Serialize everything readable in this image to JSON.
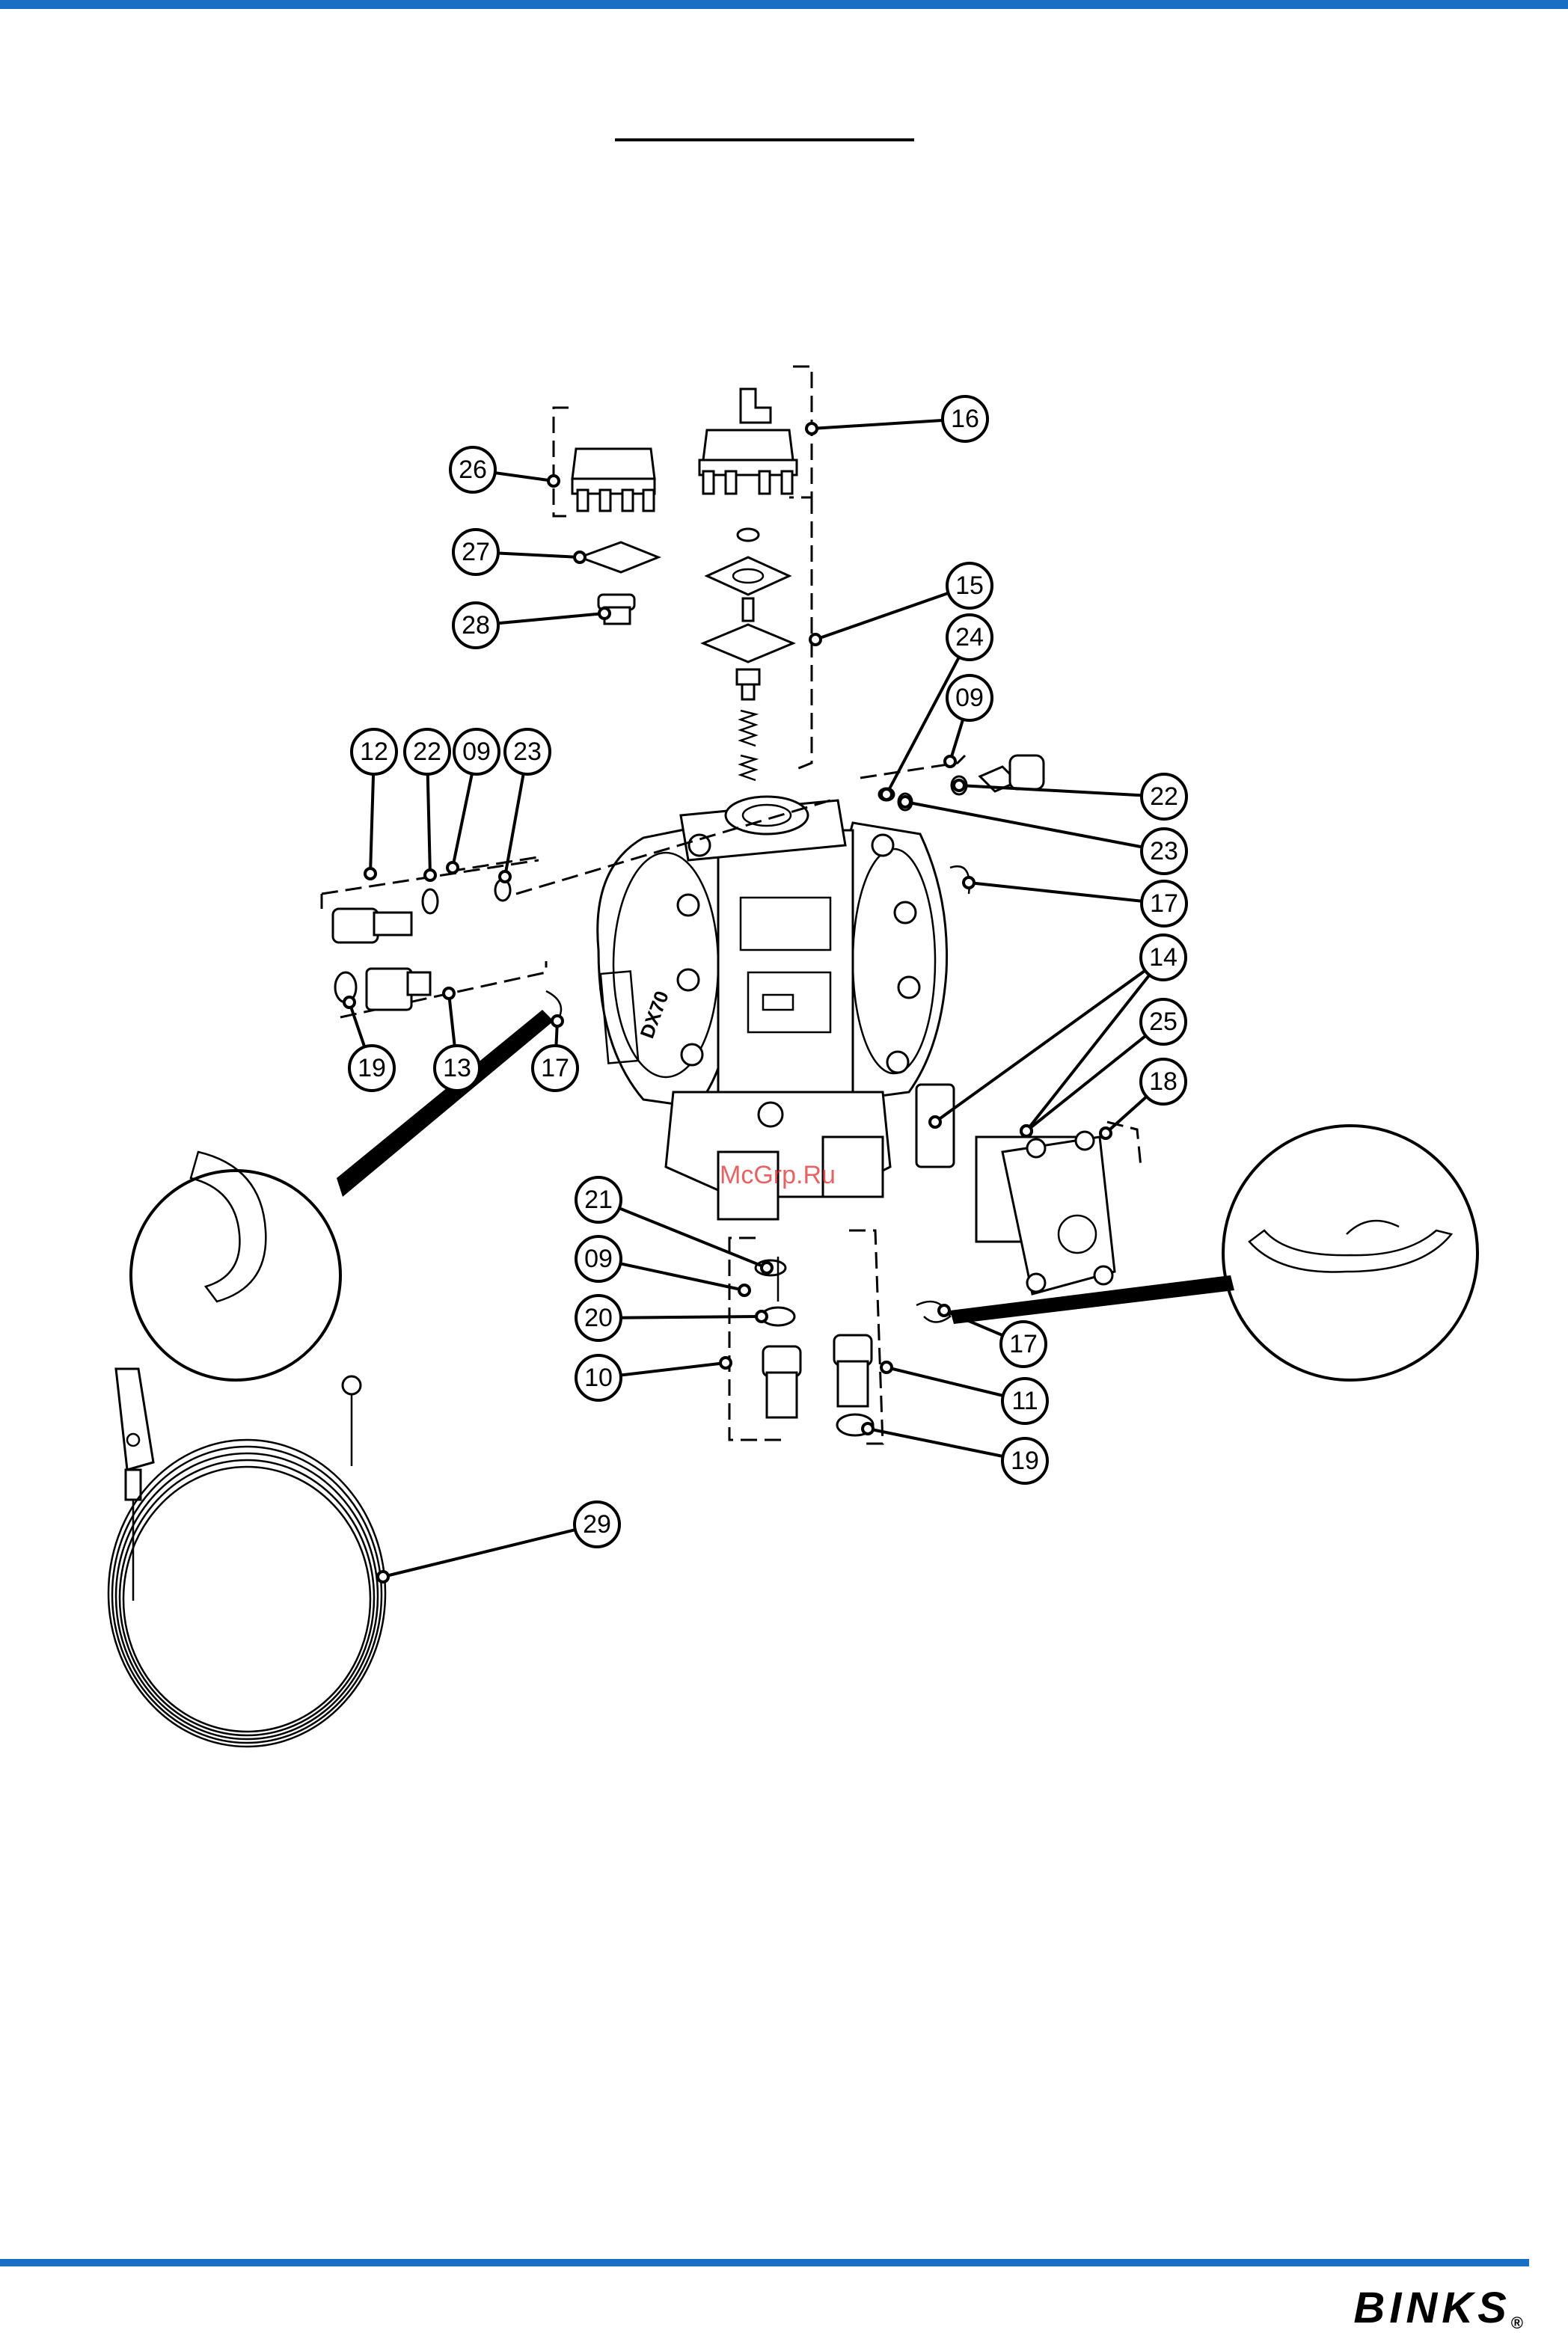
{
  "colors": {
    "accent_rule": "#1a6fc4",
    "ink": "#000000",
    "watermark": "#e03030"
  },
  "watermark_text": "McGrp.Ru",
  "brand_logo": "BINKS",
  "brand_mark": "®",
  "callouts": [
    {
      "id": "c16",
      "label": "16"
    },
    {
      "id": "c26",
      "label": "26"
    },
    {
      "id": "c27",
      "label": "27"
    },
    {
      "id": "c28",
      "label": "28"
    },
    {
      "id": "c15",
      "label": "15"
    },
    {
      "id": "c24",
      "label": "24"
    },
    {
      "id": "c09a",
      "label": "09"
    },
    {
      "id": "c22a",
      "label": "22"
    },
    {
      "id": "c23a",
      "label": "23"
    },
    {
      "id": "c17a",
      "label": "17"
    },
    {
      "id": "c12",
      "label": "12"
    },
    {
      "id": "c22b",
      "label": "22"
    },
    {
      "id": "c09b",
      "label": "09"
    },
    {
      "id": "c23b",
      "label": "23"
    },
    {
      "id": "c19a",
      "label": "19"
    },
    {
      "id": "c13",
      "label": "13"
    },
    {
      "id": "c17b",
      "label": "17"
    },
    {
      "id": "c14",
      "label": "14"
    },
    {
      "id": "c25",
      "label": "25"
    },
    {
      "id": "c18",
      "label": "18"
    },
    {
      "id": "c21",
      "label": "21"
    },
    {
      "id": "c09c",
      "label": "09"
    },
    {
      "id": "c20",
      "label": "20"
    },
    {
      "id": "c10",
      "label": "10"
    },
    {
      "id": "c17c",
      "label": "17"
    },
    {
      "id": "c11",
      "label": "11"
    },
    {
      "id": "c19b",
      "label": "19"
    },
    {
      "id": "c29",
      "label": "29"
    }
  ]
}
